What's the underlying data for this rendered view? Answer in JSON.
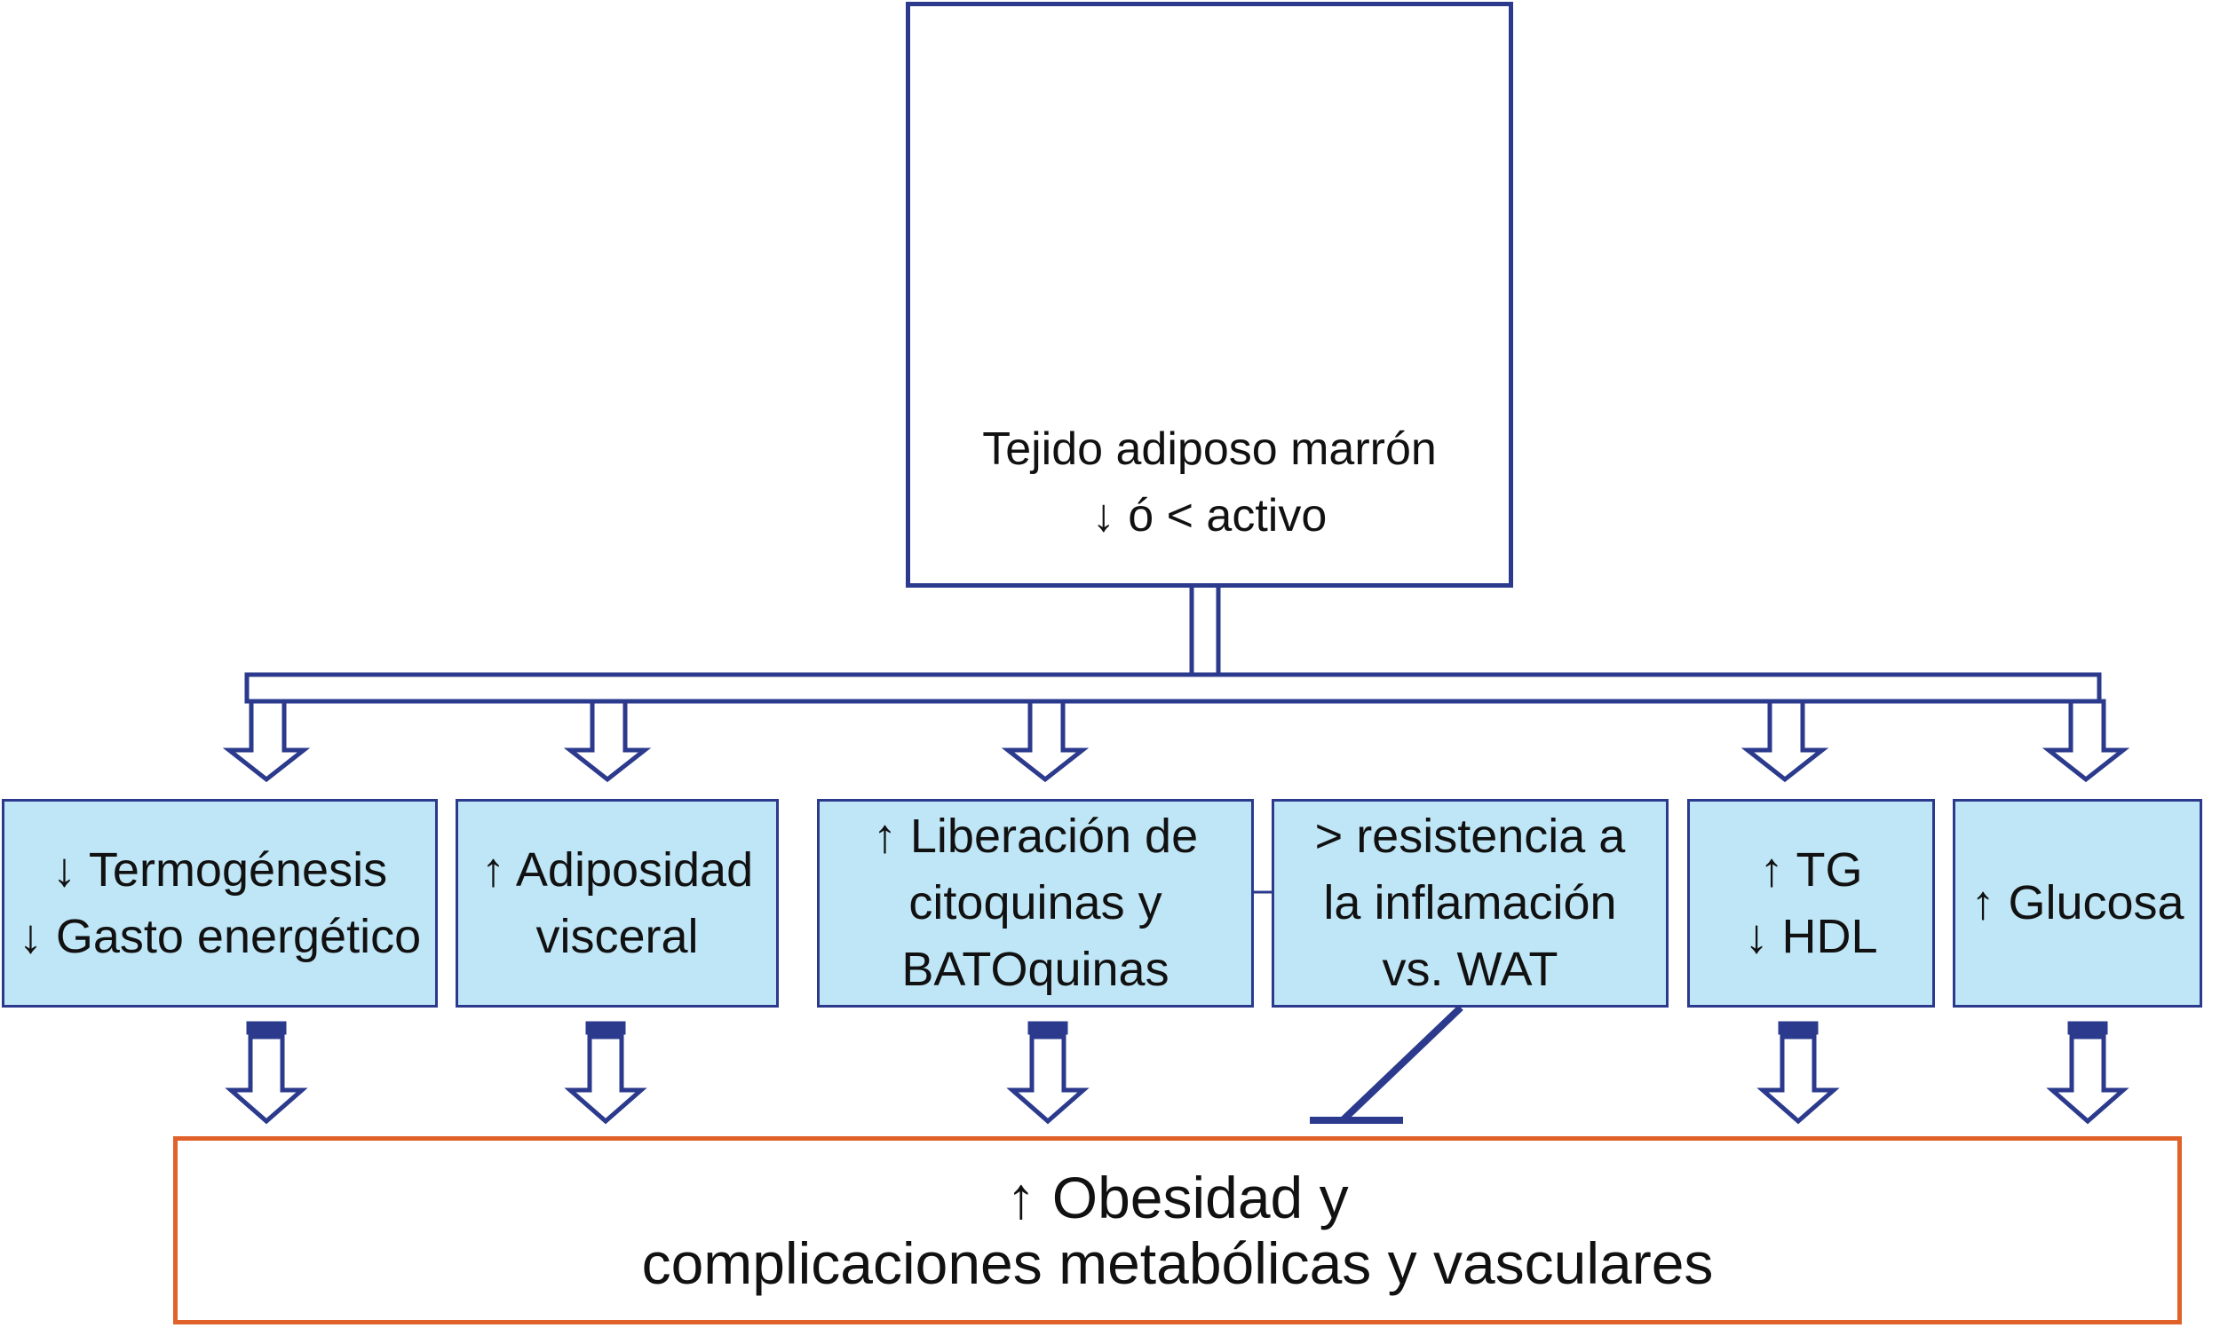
{
  "top_box": {
    "line1": "Tejido adiposo marrón",
    "line2": "↓ ó < activo"
  },
  "effects": [
    {
      "lines": [
        "↓ Termogénesis",
        "↓ Gasto energético"
      ]
    },
    {
      "lines": [
        "↑ Adiposidad",
        "visceral"
      ]
    },
    {
      "lines": [
        "↑ Liberación de",
        "citoquinas y",
        "BATOquinas"
      ]
    },
    {
      "lines": [
        ">  resistencia a",
        "la inflamación",
        "vs. WAT"
      ]
    },
    {
      "lines": [
        "↑ TG",
        "↓ HDL"
      ]
    },
    {
      "lines": [
        "↑ Glucosa"
      ]
    }
  ],
  "outcome": {
    "line1": "↑ Obesidad y",
    "line2": "complicaciones metabólicas y vasculares"
  },
  "colors": {
    "line": "#2b3a8c",
    "box_fill": "#bfe6f6",
    "outcome_border": "#e0622a",
    "cell_fill": "#b5723c",
    "nucleus": "#1a97d1",
    "droplet": "#f6e71c",
    "mitochondria": "#d0321d"
  }
}
